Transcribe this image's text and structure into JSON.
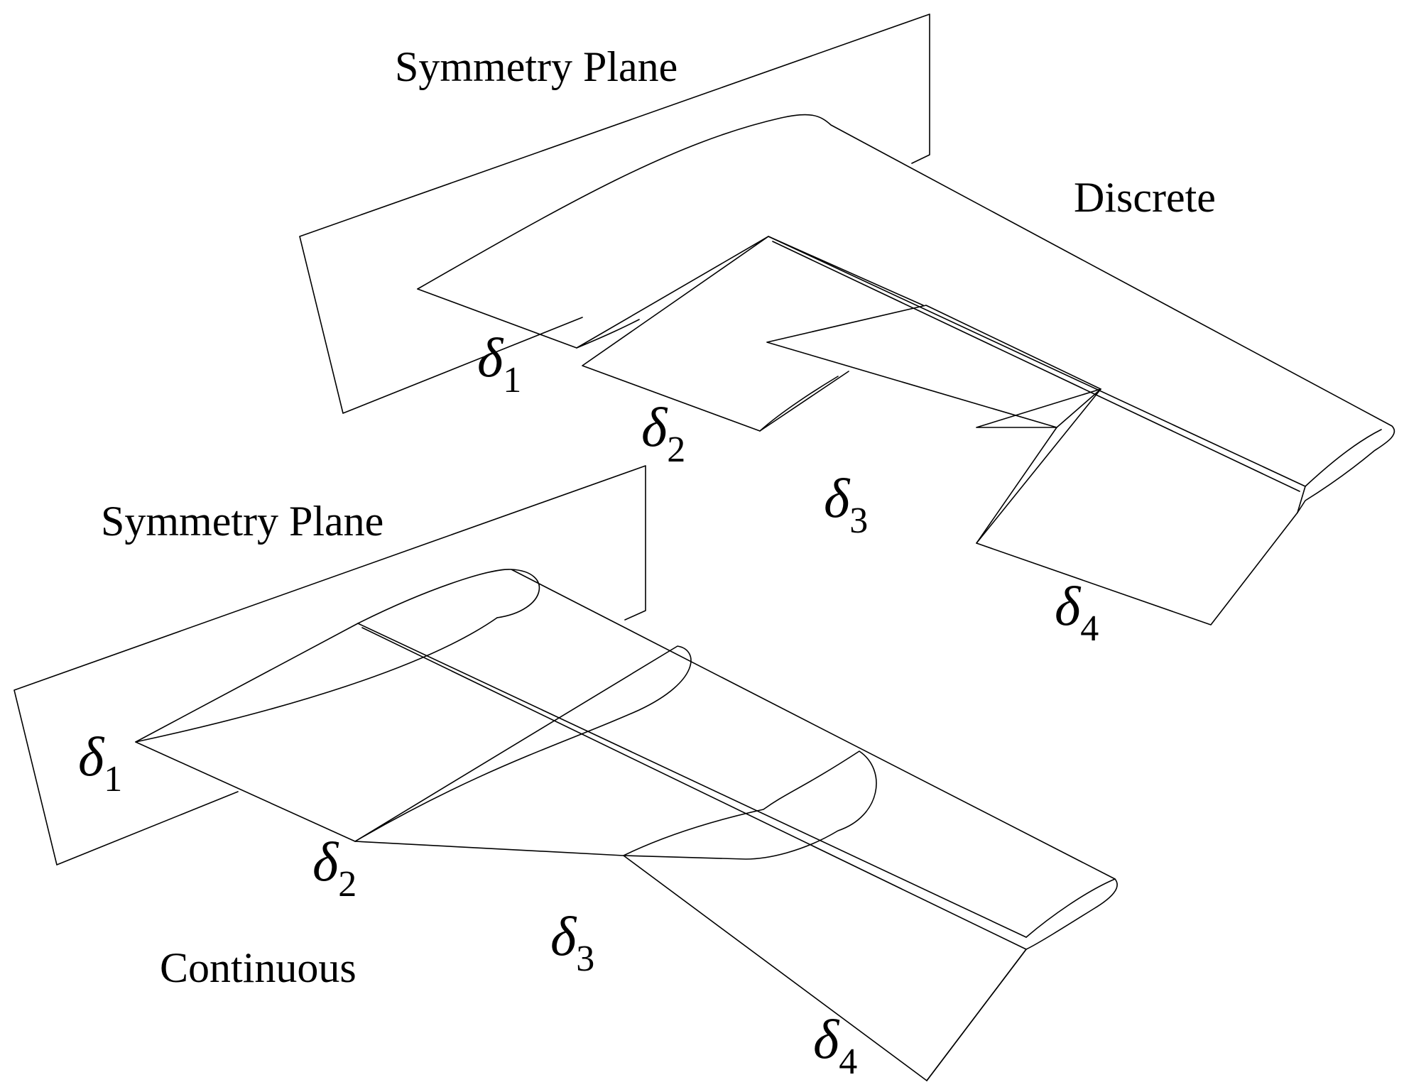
{
  "diagram": {
    "symmetry_plane_label": "Symmetry Plane",
    "discrete": {
      "mode_label": "Discrete",
      "surfaces": [
        {
          "symbol": "δ",
          "index": "1"
        },
        {
          "symbol": "δ",
          "index": "2"
        },
        {
          "symbol": "δ",
          "index": "3"
        },
        {
          "symbol": "δ",
          "index": "4"
        }
      ]
    },
    "continuous": {
      "mode_label": "Continuous",
      "surfaces": [
        {
          "symbol": "δ",
          "index": "1"
        },
        {
          "symbol": "δ",
          "index": "2"
        },
        {
          "symbol": "δ",
          "index": "3"
        },
        {
          "symbol": "δ",
          "index": "4"
        }
      ]
    }
  }
}
